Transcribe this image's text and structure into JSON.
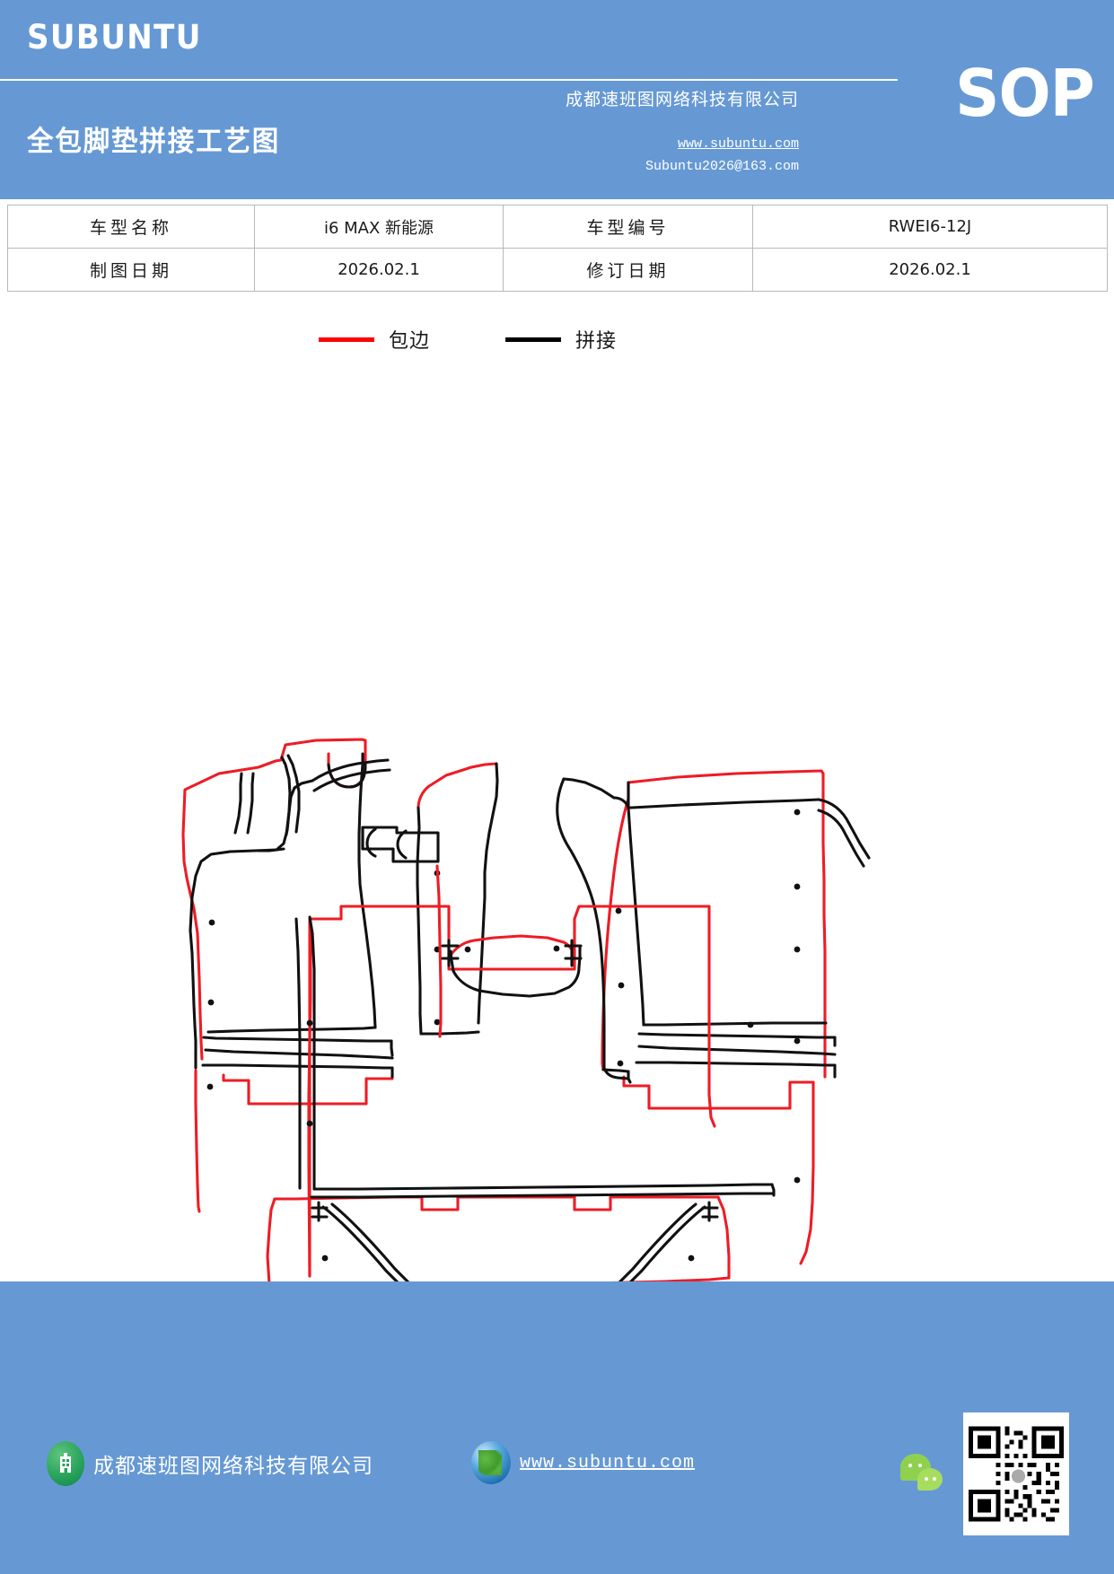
{
  "header": {
    "brand": "SUBUNTU",
    "doc_title": "全包脚垫拼接工艺图",
    "company": "成都速班图网络科技有限公司",
    "website": "www.subuntu.com",
    "email": "Subuntu2026@163.com",
    "badge": "SOP",
    "bg_color": "#6699d4"
  },
  "info_table": {
    "rows": [
      {
        "label1": "车型名称",
        "value1": "i6 MAX  新能源",
        "label2": "车型编号",
        "value2": "RWEI6-12J"
      },
      {
        "label1": "制图日期",
        "value1": "2026.02.1",
        "label2": "修订日期",
        "value2": "2026.02.1"
      }
    ]
  },
  "legend": {
    "items": [
      {
        "label": "包边",
        "color": "#ff0000"
      },
      {
        "label": "拼接",
        "color": "#000000"
      }
    ]
  },
  "drawing": {
    "title": "全包脚垫拼接工艺图",
    "parts": [
      {
        "name": "driver-side-mat",
        "position": "left"
      },
      {
        "name": "center-strip",
        "position": "center-upper"
      },
      {
        "name": "passenger-side-mat",
        "position": "right"
      },
      {
        "name": "rear-floor-mat",
        "position": "bottom"
      }
    ],
    "edge_binding_color": "#ff0000",
    "seam_color": "#000000",
    "snap_marker_color": "#111111"
  },
  "footer": {
    "company": "成都速班图网络科技有限公司",
    "website": "www.subuntu.com",
    "bg_color": "#6699d4"
  }
}
